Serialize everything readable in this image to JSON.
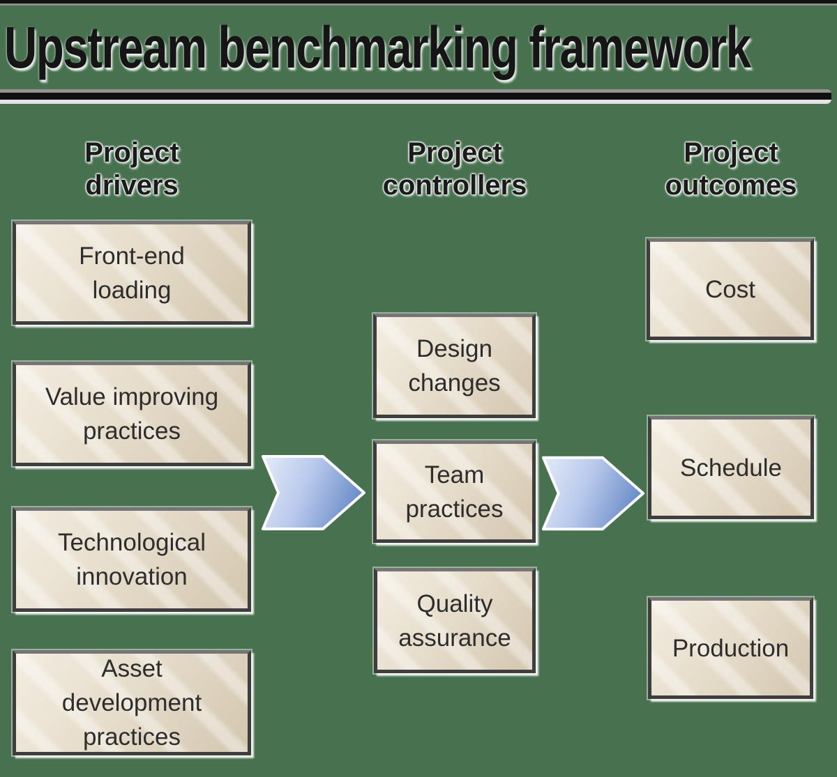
{
  "title": "Upstream benchmarking framework",
  "columns": {
    "drivers": {
      "header": "Project\ndrivers",
      "boxes": [
        "Front-end\nloading",
        "Value improving\npractices",
        "Technological\ninnovation",
        "Asset\ndevelopment\npractices"
      ]
    },
    "controllers": {
      "header": "Project\ncontrollers",
      "boxes": [
        "Design\nchanges",
        "Team\npractices",
        "Quality\nassurance"
      ]
    },
    "outcomes": {
      "header": "Project\noutcomes",
      "boxes": [
        "Cost",
        "Schedule",
        "Production"
      ]
    }
  },
  "icons": {
    "flow_arrow": "right-chevron-arrow"
  },
  "colors": {
    "background": "#48724f",
    "box_fill_light": "#f3ede1",
    "box_fill_dark": "#d4c7b0",
    "box_border": "#3e3e3e",
    "box_text": "#2d2d2d",
    "arrow_light": "#e4ebf9",
    "arrow_mid": "#b9c9ec",
    "arrow_dark": "#6f90ca",
    "title_text": "#151515",
    "rule_dark": "#101010"
  }
}
